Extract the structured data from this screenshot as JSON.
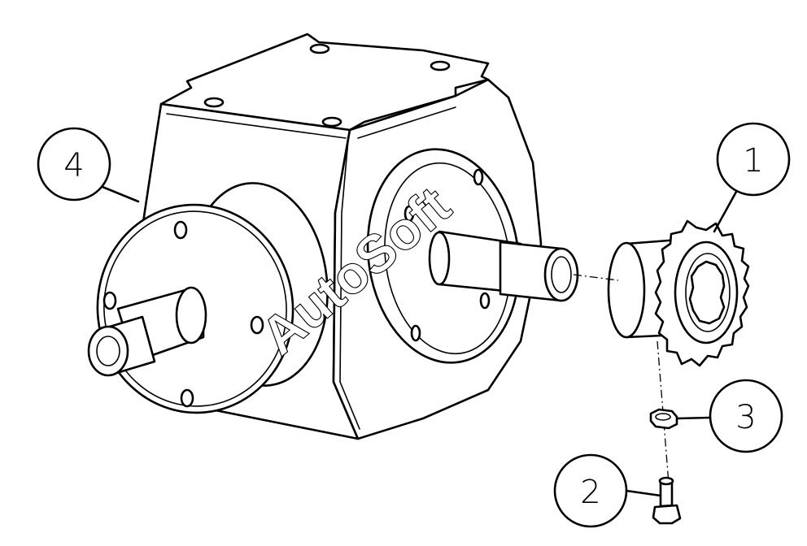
{
  "diagram": {
    "callouts": [
      {
        "id": "1",
        "label": "1"
      },
      {
        "id": "2",
        "label": "2"
      },
      {
        "id": "3",
        "label": "3"
      },
      {
        "id": "4",
        "label": "4"
      }
    ],
    "watermark": "AutoSoft",
    "colors": {
      "line": "#000000",
      "fill": "#ffffff"
    }
  }
}
